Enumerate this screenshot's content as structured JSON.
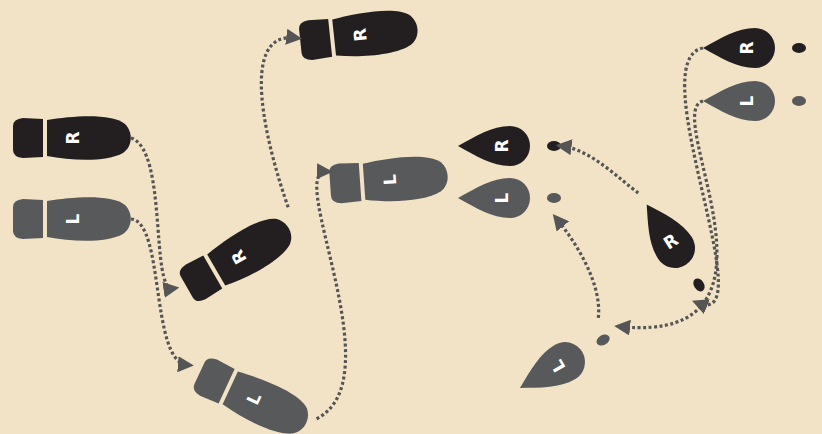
{
  "diagram": {
    "nodes": [
      {
        "text": [
          "R"
        ]
      },
      {
        "text": [
          "L"
        ]
      },
      {
        "text": [
          "R"
        ]
      },
      {
        "text": [
          "L"
        ]
      },
      {
        "text": [
          "R"
        ]
      },
      {
        "text": [
          "L"
        ]
      },
      {
        "text": [
          "R"
        ]
      },
      {
        "text": [
          "L"
        ]
      },
      {
        "text": [
          "R"
        ]
      },
      {
        "text": [
          "L"
        ]
      },
      {
        "text": [
          "R"
        ]
      },
      {
        "text": [
          "L"
        ]
      }
    ],
    "edges": [
      {
        "from": 0,
        "to": 2,
        "arrow": "to"
      },
      {
        "from": 1,
        "to": 3,
        "arrow": "to"
      },
      {
        "from": 2,
        "to": 4,
        "arrow": "to"
      },
      {
        "from": 3,
        "to": 5,
        "arrow": "to"
      },
      {
        "from": 10,
        "to": 8,
        "arrow": "to"
      },
      {
        "from": 11,
        "to": 9,
        "arrow": "to"
      },
      {
        "from": 8,
        "to": 6,
        "arrow": "to"
      },
      {
        "from": 9,
        "to": 7,
        "arrow": "to"
      }
    ]
  }
}
